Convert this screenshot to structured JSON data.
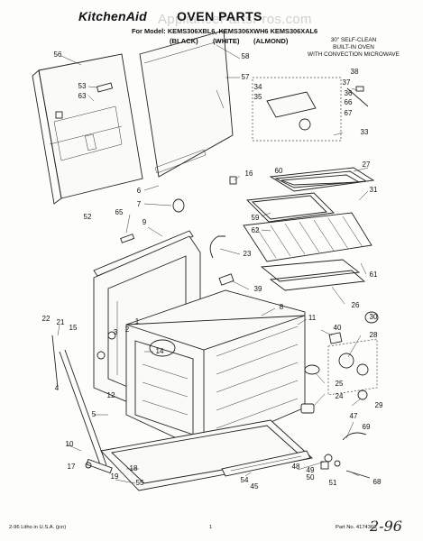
{
  "header": {
    "brand": "KitchenAid",
    "title": "OVEN PARTS",
    "models": "For Model: KEMS306XBL6, KEMS306XWH6 KEMS306XAL6",
    "colors": [
      "(BLACK)",
      "(WHITE)",
      "(ALMOND)"
    ],
    "description": [
      "30\" SELF-CLEAN",
      "BUILT-IN OVEN",
      "WITH CONVECTION MICROWAVE"
    ],
    "watermark": "AppliancePartsPros.com"
  },
  "callouts": [
    {
      "id": "c56",
      "text": "56"
    },
    {
      "id": "c53",
      "text": "53"
    },
    {
      "id": "c63",
      "text": "63"
    },
    {
      "id": "c58",
      "text": "58"
    },
    {
      "id": "c57",
      "text": "57"
    },
    {
      "id": "c6",
      "text": "6"
    },
    {
      "id": "c7",
      "text": "7"
    },
    {
      "id": "c52",
      "text": "52"
    },
    {
      "id": "c65",
      "text": "65"
    },
    {
      "id": "c9",
      "text": "9"
    },
    {
      "id": "c16",
      "text": "16"
    },
    {
      "id": "c60",
      "text": "60"
    },
    {
      "id": "c27",
      "text": "27"
    },
    {
      "id": "c31",
      "text": "31"
    },
    {
      "id": "c59",
      "text": "59"
    },
    {
      "id": "c62",
      "text": "62"
    },
    {
      "id": "c23",
      "text": "23"
    },
    {
      "id": "c61",
      "text": "61"
    },
    {
      "id": "c39",
      "text": "39"
    },
    {
      "id": "c26",
      "text": "26"
    },
    {
      "id": "c8",
      "text": "8"
    },
    {
      "id": "c11",
      "text": "11"
    },
    {
      "id": "c38",
      "text": "38"
    },
    {
      "id": "c37",
      "text": "37"
    },
    {
      "id": "c34",
      "text": "34"
    },
    {
      "id": "c35",
      "text": "35"
    },
    {
      "id": "c36",
      "text": "36"
    },
    {
      "id": "c66",
      "text": "66"
    },
    {
      "id": "c67",
      "text": "67"
    },
    {
      "id": "c33",
      "text": "33"
    },
    {
      "id": "c22",
      "text": "22"
    },
    {
      "id": "c21",
      "text": "21"
    },
    {
      "id": "c15",
      "text": "15"
    },
    {
      "id": "c1",
      "text": "1"
    },
    {
      "id": "c3",
      "text": "3"
    },
    {
      "id": "c2",
      "text": "2"
    },
    {
      "id": "c14",
      "text": "14"
    },
    {
      "id": "c40",
      "text": "40"
    },
    {
      "id": "c30",
      "text": "30"
    },
    {
      "id": "c28",
      "text": "28"
    },
    {
      "id": "c4",
      "text": "4"
    },
    {
      "id": "c12",
      "text": "12"
    },
    {
      "id": "c25",
      "text": "25"
    },
    {
      "id": "c24",
      "text": "24"
    },
    {
      "id": "c29",
      "text": "29"
    },
    {
      "id": "c5",
      "text": "5"
    },
    {
      "id": "c47",
      "text": "47"
    },
    {
      "id": "c69",
      "text": "69"
    },
    {
      "id": "c10",
      "text": "10"
    },
    {
      "id": "c17",
      "text": "17"
    },
    {
      "id": "c18",
      "text": "18"
    },
    {
      "id": "c19",
      "text": "19"
    },
    {
      "id": "c55",
      "text": "55"
    },
    {
      "id": "c54",
      "text": "54"
    },
    {
      "id": "c45",
      "text": "45"
    },
    {
      "id": "c48",
      "text": "48"
    },
    {
      "id": "c49",
      "text": "49"
    },
    {
      "id": "c50",
      "text": "50"
    },
    {
      "id": "c51",
      "text": "51"
    },
    {
      "id": "c68",
      "text": "68"
    }
  ],
  "footer": {
    "left": "2-96 Litho in U.S.A. (jcn)",
    "center": "1",
    "right": "Part No. 4174360",
    "handwritten": "2-96"
  }
}
